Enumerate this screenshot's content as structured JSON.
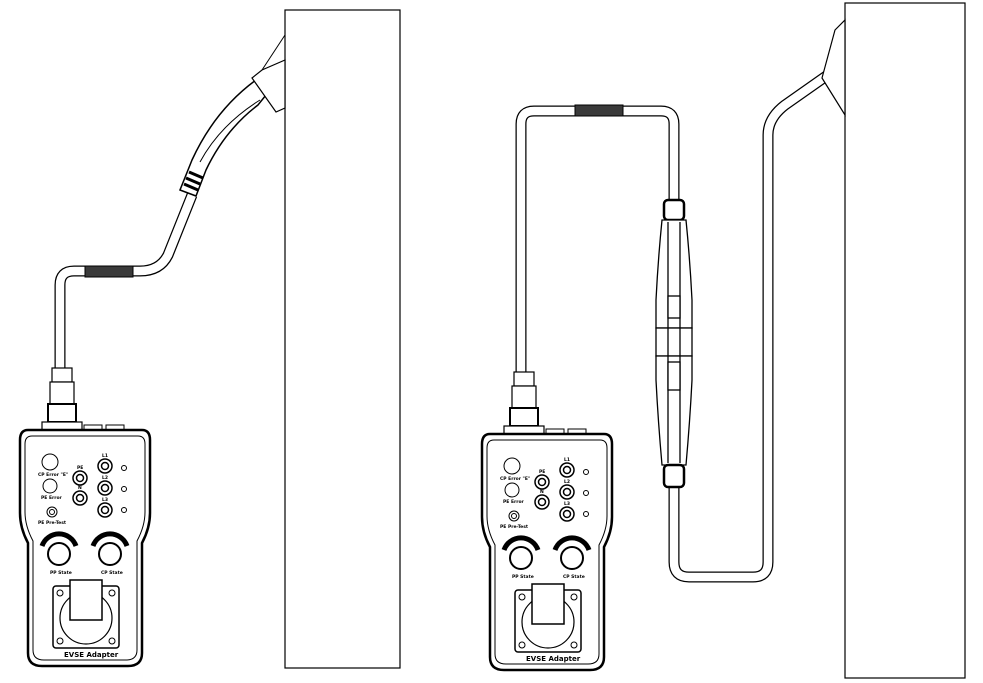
{
  "device": {
    "title": "EVSE Adapter",
    "buttons": {
      "cp_error": "CP Error \"E\"",
      "pe_error": "PE Error",
      "pe_pretest": "PE Pre-Test"
    },
    "sockets": {
      "pe": "PE",
      "n": "N",
      "l1": "L1",
      "l2": "L2",
      "l3": "L3"
    },
    "knobs": {
      "pp_state": "PP State",
      "cp_state": "CP State"
    }
  },
  "colors": {
    "line": "#000000",
    "sleeve": "#3a3a3a",
    "background": "#ffffff"
  }
}
